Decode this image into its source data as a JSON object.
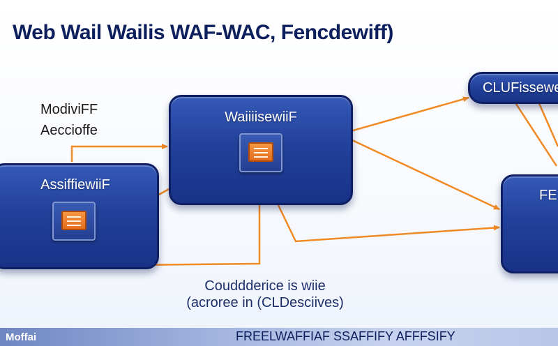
{
  "title": "Web Wail Wailis WAF-WAC, Fencdewiff)",
  "nodes": {
    "center": {
      "label": "WaiiiisewiiF"
    },
    "left": {
      "label": "AssiffiewiiF"
    },
    "top_right": {
      "label": "CLUFissewe"
    },
    "right": {
      "label": "FE"
    }
  },
  "side_label": {
    "line1": "ModiviFF",
    "line2": "Aeccioffe"
  },
  "caption": {
    "line1": "Couddderice is wiie",
    "line2": "(acroree in (CLDesciives)"
  },
  "footer": {
    "left": "Moffai",
    "center": "FREELWAFFIAF SSAFFIFY AFFFSIFY"
  },
  "colors": {
    "node_fill": "#22419a",
    "node_border": "#0e1f63",
    "arrow": "#f08a24",
    "title": "#0d1f5c"
  },
  "icons": [
    "app-window-icon",
    "app-window-icon"
  ]
}
